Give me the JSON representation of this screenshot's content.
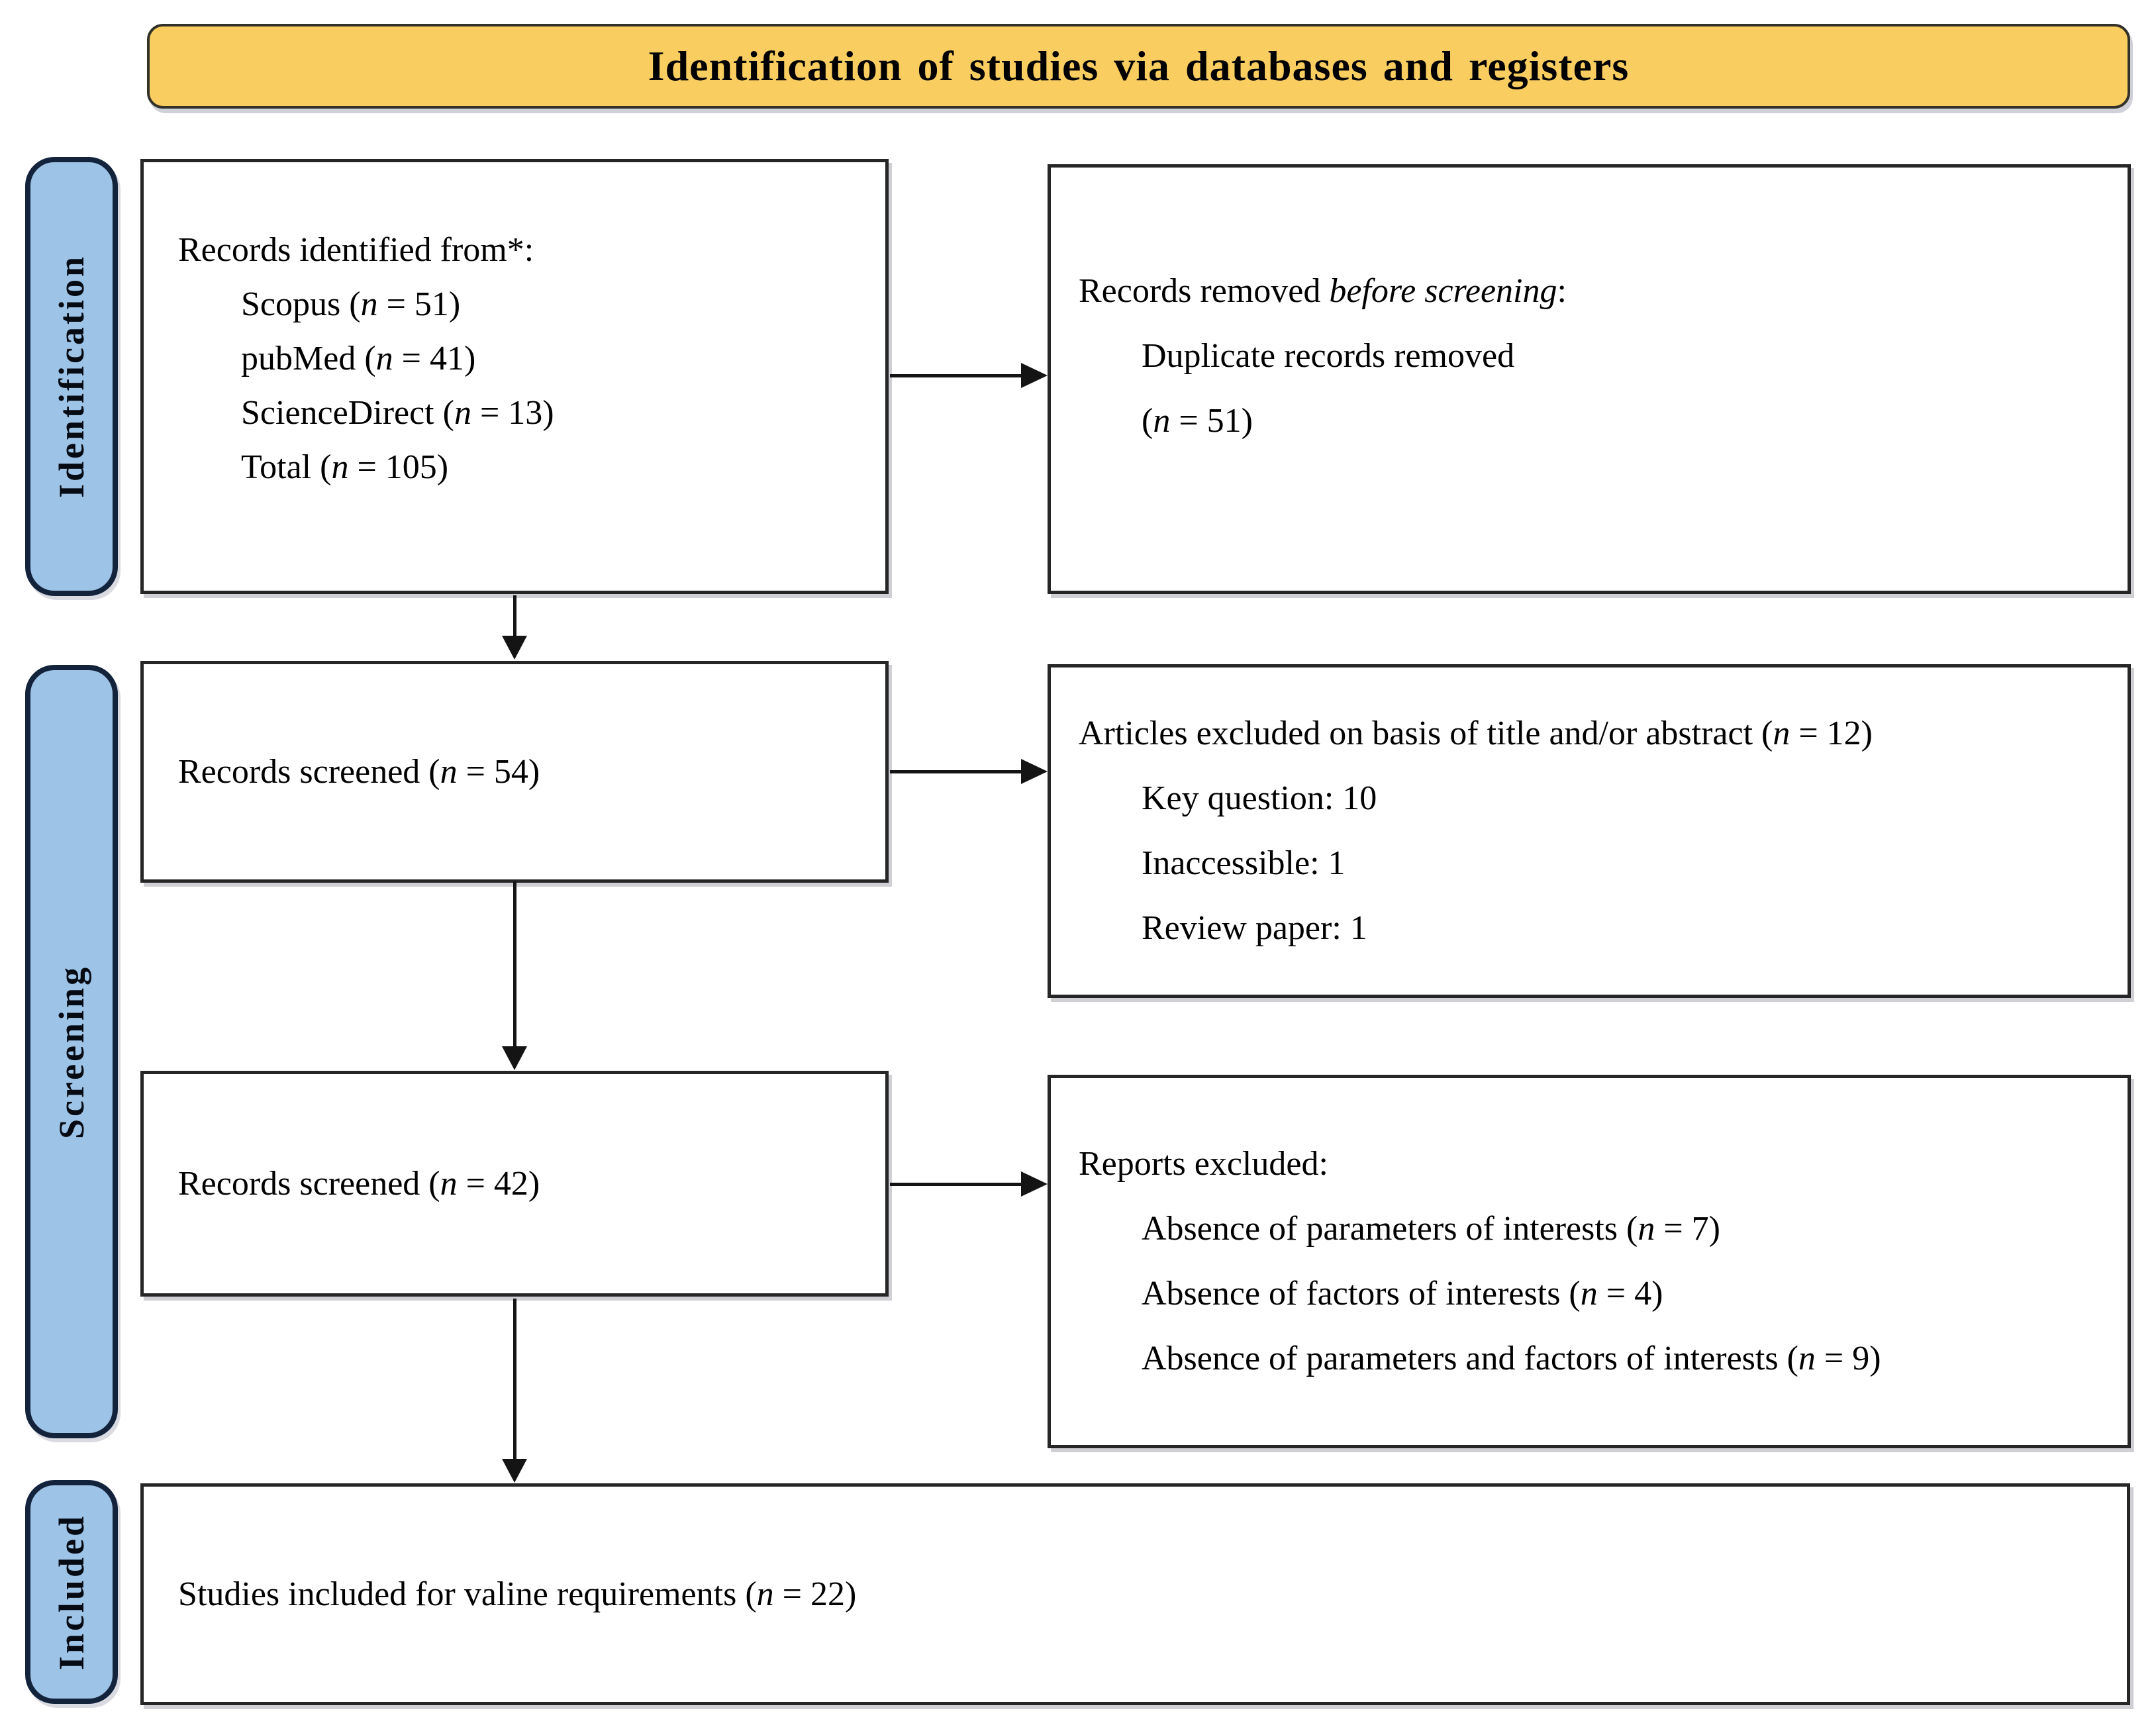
{
  "title": "Identification of studies via databases and registers",
  "colors": {
    "banner": "#FACD60",
    "stage": "#9DC3E6",
    "box_border": "#262626",
    "arrow": "#141414"
  },
  "stages": {
    "identification": "Identification",
    "screening": "Screening",
    "included": "Included"
  },
  "boxes": {
    "identified": {
      "heading": {
        "pre": "Records identified from*:",
        "em": "",
        "post": ""
      },
      "items": [
        {
          "pre": "Scopus (",
          "em": "n",
          "post": " = 51)"
        },
        {
          "pre": "pubMed (",
          "em": "n",
          "post": " = 41)"
        },
        {
          "pre": "ScienceDirect (",
          "em": "n",
          "post": " = 13)"
        },
        {
          "pre": "Total (",
          "em": "n",
          "post": " = 105)"
        }
      ]
    },
    "removed": {
      "heading": {
        "pre": "Records removed ",
        "em": "before screening",
        "post": ":"
      },
      "items": [
        {
          "pre": "Duplicate records removed",
          "em": "",
          "post": ""
        },
        {
          "pre": "(",
          "em": "n",
          "post": " = 51)"
        }
      ]
    },
    "screened_54": {
      "line": {
        "pre": "Records screened (",
        "em": "n",
        "post": " = 54)"
      }
    },
    "articles_excluded": {
      "heading": {
        "pre": "Articles excluded on basis of title and/or abstract (",
        "em": "n",
        "post": " = 12)"
      },
      "items": [
        {
          "pre": "Key question: 10",
          "em": "",
          "post": ""
        },
        {
          "pre": "Inaccessible: 1",
          "em": "",
          "post": ""
        },
        {
          "pre": "Review paper: 1",
          "em": "",
          "post": ""
        }
      ]
    },
    "screened_42": {
      "line": {
        "pre": "Records screened (",
        "em": "n",
        "post": " = 42)"
      }
    },
    "reports_excluded": {
      "heading": {
        "pre": "Reports excluded:",
        "em": "",
        "post": ""
      },
      "items": [
        {
          "pre": "Absence of parameters of interests (",
          "em": "n",
          "post": " = 7)"
        },
        {
          "pre": "Absence of factors of interests (",
          "em": "n",
          "post": " = 4)"
        },
        {
          "pre": "Absence of parameters and factors of interests (",
          "em": "n",
          "post": " = 9)"
        }
      ]
    },
    "included": {
      "line": {
        "pre": "Studies included for valine requirements (",
        "em": "n",
        "post": " = 22)"
      }
    }
  }
}
